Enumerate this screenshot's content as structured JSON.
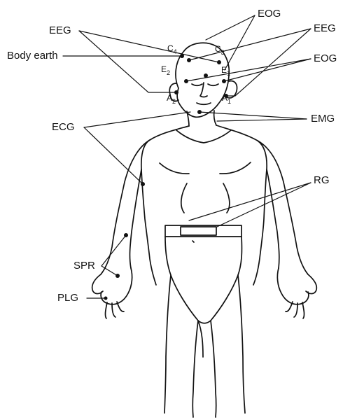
{
  "labels": {
    "eog_top": "EOG",
    "eeg_left": "EEG",
    "body_earth": "Body earth",
    "eeg_right": "EEG",
    "eog_right": "EOG",
    "emg": "EMG",
    "ecg": "ECG",
    "rg": "RG",
    "spr": "SPR",
    "plg": "PLG"
  },
  "electrodes": {
    "c4": {
      "letter": "C",
      "sub": "4"
    },
    "c3": {
      "letter": "C",
      "sub": "3"
    },
    "e2": {
      "letter": "E",
      "sub": "2"
    },
    "e1": {
      "letter": "E",
      "sub": "1"
    },
    "a2": {
      "letter": "A",
      "sub": "2"
    },
    "a1": {
      "letter": "A",
      "sub": "1"
    }
  },
  "colors": {
    "ink": "#111111",
    "background": "#ffffff"
  }
}
